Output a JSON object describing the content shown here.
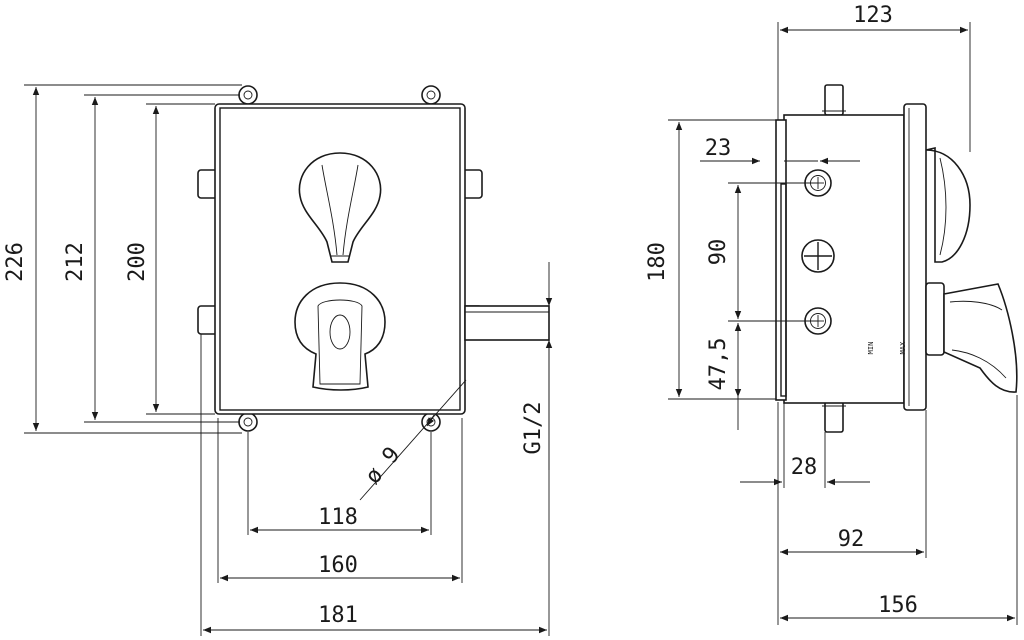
{
  "dimensions": {
    "front_height_outer": "226",
    "front_height_mid": "212",
    "front_height_inner": "200",
    "thread": "G1/2",
    "hole_diameter": "ø 9",
    "width_hole_spacing": "118",
    "width_box": "160",
    "width_outer": "181",
    "side_depth_total": "123",
    "side_offset_top": "23",
    "side_height": "180",
    "side_spacing": "90",
    "side_offset_bottom": "47,5",
    "side_depth_min": "28",
    "side_depth_mid": "92",
    "side_depth_max": "156"
  },
  "labels": {
    "min": "MIN",
    "max": "MAX"
  }
}
